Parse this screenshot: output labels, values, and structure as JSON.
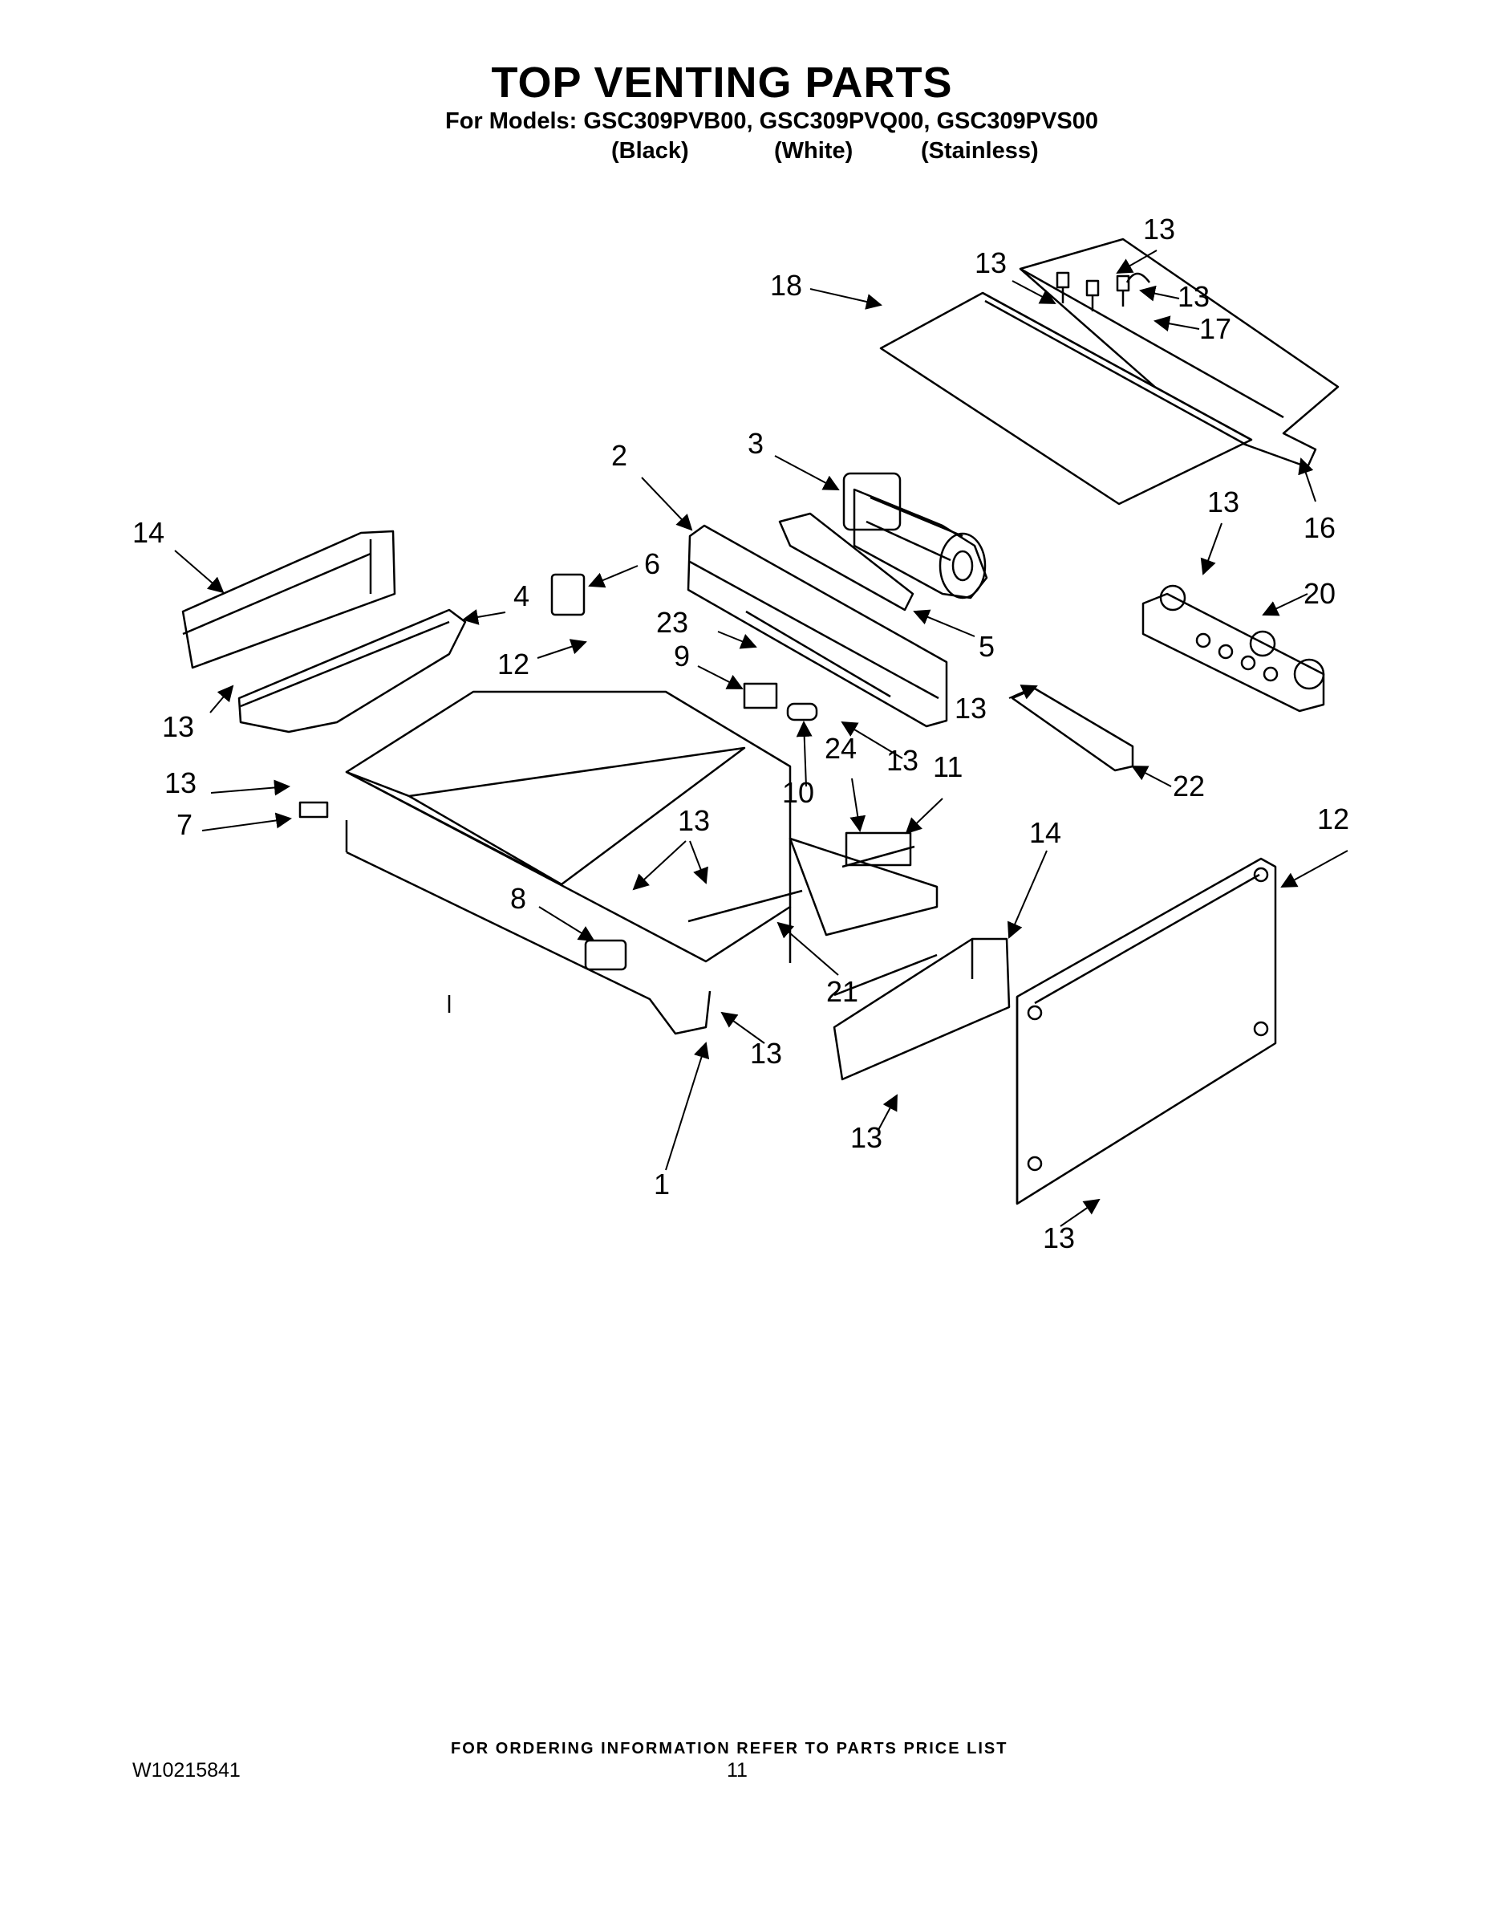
{
  "header": {
    "title": "TOP VENTING PARTS",
    "models_line": "For Models: GSC309PVB00, GSC309PVQ00, GSC309PVS00",
    "colors": [
      "(Black)",
      "(White)",
      "(Stainless)"
    ]
  },
  "callouts": [
    "13",
    "13",
    "13",
    "18",
    "17",
    "3",
    "16",
    "2",
    "14",
    "6",
    "4",
    "23",
    "12",
    "9",
    "13",
    "20",
    "5",
    "13",
    "22",
    "13",
    "10",
    "13",
    "24",
    "11",
    "13",
    "7",
    "13",
    "14",
    "12",
    "8",
    "21",
    "13",
    "13",
    "1",
    "13"
  ],
  "footer": {
    "note": "FOR ORDERING INFORMATION REFER TO PARTS PRICE LIST",
    "doc_number": "W10215841",
    "page_number": "11"
  }
}
